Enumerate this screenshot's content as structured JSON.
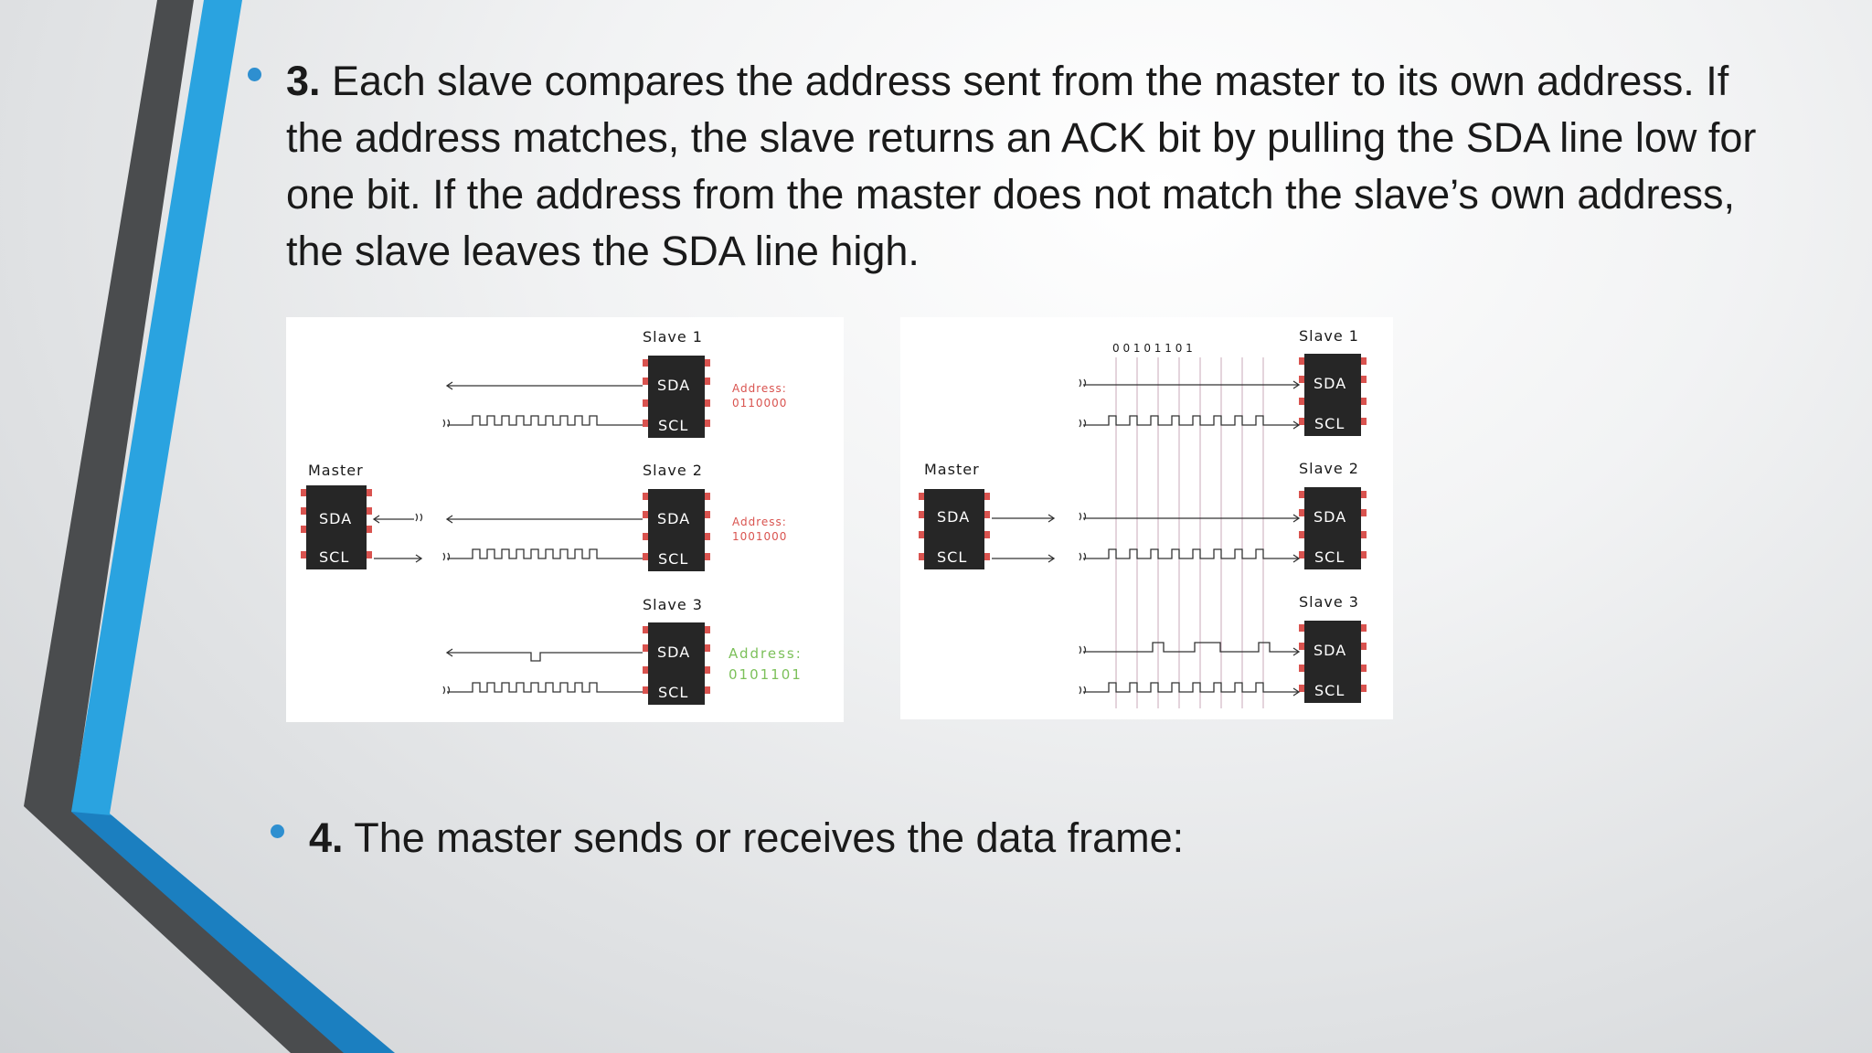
{
  "slide": {
    "bullet1": {
      "number": "3.",
      "text": " Each slave compares the address sent from the master to its own address. If the address matches, the slave returns an ACK bit by pulling the SDA line low for one bit. If the address from the master does not match the slave’s own address, the slave leaves the SDA line high."
    },
    "bullet2": {
      "number": "4.",
      "text": " The master sends or receives the data frame:"
    },
    "colors": {
      "accent_blue": "#2aa3e0",
      "dark_gray": "#4a4c4e",
      "bullet": "#2e8fd0"
    }
  },
  "figure1": {
    "master_label": "Master",
    "master_sda": "SDA",
    "master_scl": "SCL",
    "slave1_label": "Slave 1",
    "slave2_label": "Slave 2",
    "slave3_label": "Slave 3",
    "sda": "SDA",
    "scl": "SCL",
    "address_label": "Address:",
    "address3_label": "Address:",
    "slave1_address": "0110000",
    "slave2_address": "1001000",
    "slave3_address": "0101101"
  },
  "figure2": {
    "master_label": "Master",
    "master_sda": "SDA",
    "master_scl": "SCL",
    "slave1_label": "Slave 1",
    "slave2_label": "Slave 2",
    "slave3_label": "Slave 3",
    "sda": "SDA",
    "scl": "SCL",
    "bits": "0 0 1 0 1 1 0 1"
  }
}
